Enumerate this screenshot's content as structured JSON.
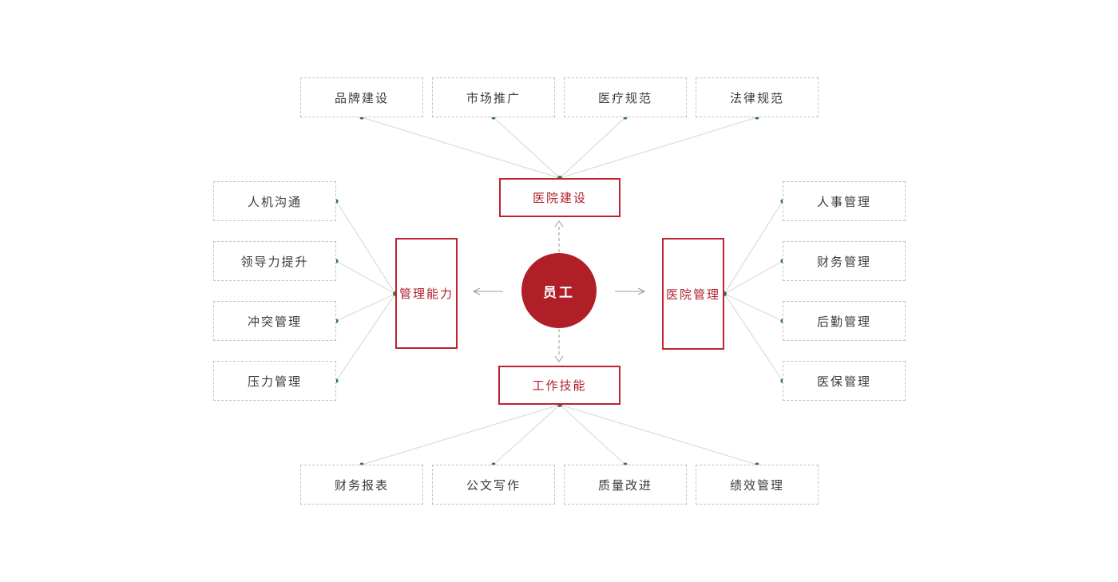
{
  "diagram": {
    "title": "employee-training-mindmap",
    "center": {
      "label": "员工"
    },
    "hubs": {
      "top": {
        "label": "医院建设"
      },
      "left": {
        "label": "管理能力"
      },
      "right": {
        "label": "医院管理"
      },
      "bottom": {
        "label": "工作技能"
      }
    },
    "groups": {
      "top": [
        "品牌建设",
        "市场推广",
        "医疗规范",
        "法律规范"
      ],
      "left": [
        "人机沟通",
        "领导力提升",
        "冲突管理",
        "压力管理"
      ],
      "right": [
        "人事管理",
        "财务管理",
        "后勤管理",
        "医保管理"
      ],
      "bottom": [
        "财务报表",
        "公文写作",
        "质量改进",
        "绩效管理"
      ]
    },
    "colors": {
      "accent_red": "#B01E28",
      "hub_border_red": "#BF232C",
      "dot_green": "#2F7D36",
      "fan_line_gray": "#DCDCDC",
      "arrow_gray": "#9E9E9E",
      "dashed_box_border": "#C2C2C2",
      "label_text": "#3A3A3A"
    }
  }
}
